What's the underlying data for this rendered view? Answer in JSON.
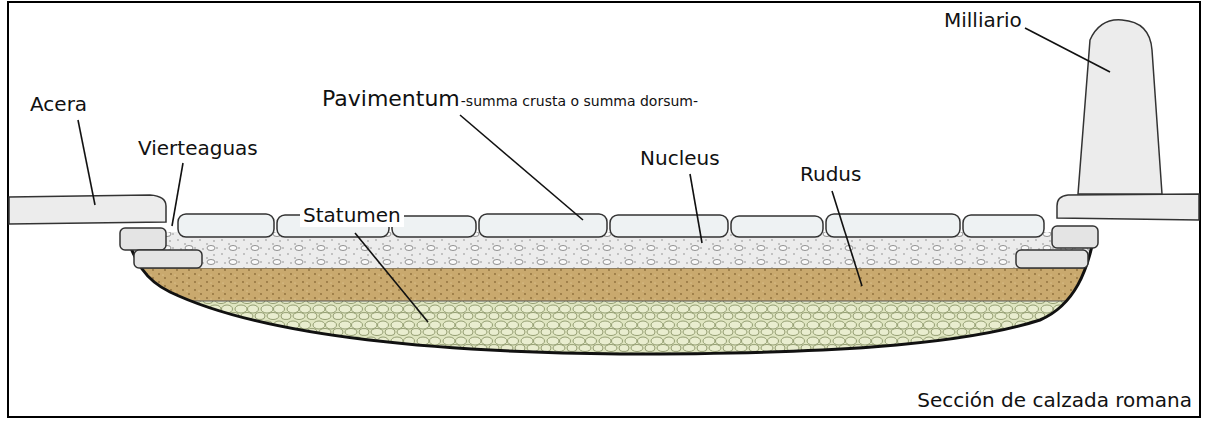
{
  "diagram": {
    "caption": "Sección de calzada romana",
    "labels": [
      "Acera",
      "Vierteaguas",
      "Pavimentum",
      "-summa crusta o summa dorsum-",
      "Nucleus",
      "Rudus",
      "Statumen",
      "Milliario"
    ]
  }
}
